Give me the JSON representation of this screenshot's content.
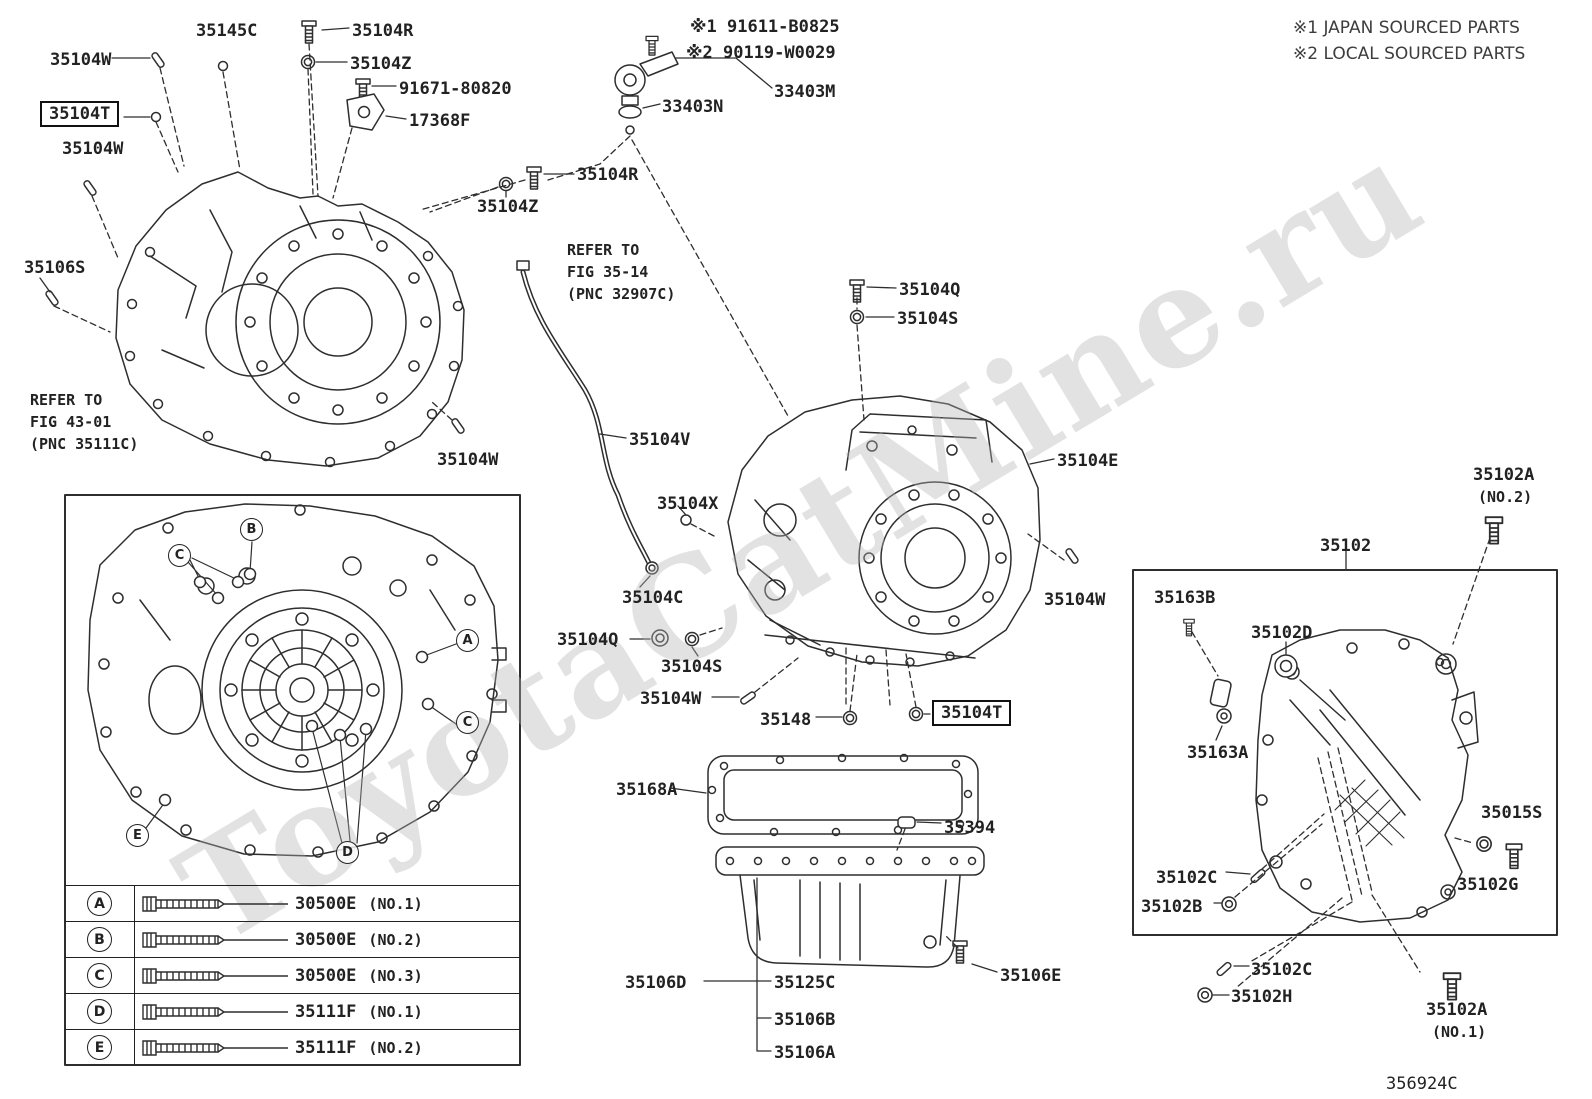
{
  "meta": {
    "drawing_number": "356924C",
    "watermark": "ToyotaCatMine.ru"
  },
  "notes": {
    "japan_sourced": "※1 JAPAN SOURCED PARTS",
    "local_sourced": "※2 LOCAL SOURCED PARTS",
    "bolt_ref_1": "※1 91611-B0825",
    "bolt_ref_2": "※2 90119-W0029"
  },
  "refer": {
    "fig4301": {
      "line1": "REFER TO",
      "line2": "FIG 43-01",
      "line3": "(PNC 35111C)"
    },
    "fig3514": {
      "line1": "REFER TO",
      "line2": "FIG 35-14",
      "line3": "(PNC 32907C)"
    }
  },
  "parts": {
    "p35145C": "35145C",
    "p35104R_a": "35104R",
    "p35104W_a": "35104W",
    "p35104Z_a": "35104Z",
    "p91671": "91671-80820",
    "p17368F": "17368F",
    "p35104T_a": "35104T",
    "p35104W_b": "35104W",
    "p35106S": "35106S",
    "p35104W_c": "35104W",
    "p33403M": "33403M",
    "p33403N": "33403N",
    "p35104R_b": "35104R",
    "p35104Z_b": "35104Z",
    "p35104V": "35104V",
    "p35104X": "35104X",
    "p35104Q_a": "35104Q",
    "p35104S_a": "35104S",
    "p35104E": "35104E",
    "p35104W_d": "35104W",
    "p35104C": "35104C",
    "p35104Q_b": "35104Q",
    "p35104S_b": "35104S",
    "p35104W_e": "35104W",
    "p35148": "35148",
    "p35104T_b": "35104T",
    "p35168A": "35168A",
    "p35394": "35394",
    "p35106D": "35106D",
    "p35125C": "35125C",
    "p35106B": "35106B",
    "p35106A": "35106A",
    "p35106E": "35106E",
    "p35102A_no2": "35102A",
    "p35102A_no2_note": "(NO.2)",
    "p35102": "35102",
    "p35163B": "35163B",
    "p35102D": "35102D",
    "p35163A": "35163A",
    "p35015S": "35015S",
    "p35102C_a": "35102C",
    "p35102B": "35102B",
    "p35102G": "35102G",
    "p35102C_b": "35102C",
    "p35102H": "35102H",
    "p35102A_no1": "35102A",
    "p35102A_no1_note": "(NO.1)"
  },
  "callouts": {
    "a": "A",
    "b": "B",
    "c": "C",
    "d": "D",
    "e": "E"
  },
  "legend": {
    "rows": [
      {
        "key": "A",
        "part": "30500E",
        "note": "(NO.1)"
      },
      {
        "key": "B",
        "part": "30500E",
        "note": "(NO.2)"
      },
      {
        "key": "C",
        "part": "30500E",
        "note": "(NO.3)"
      },
      {
        "key": "D",
        "part": "35111F",
        "note": "(NO.1)"
      },
      {
        "key": "E",
        "part": "35111F",
        "note": "(NO.2)"
      }
    ]
  }
}
